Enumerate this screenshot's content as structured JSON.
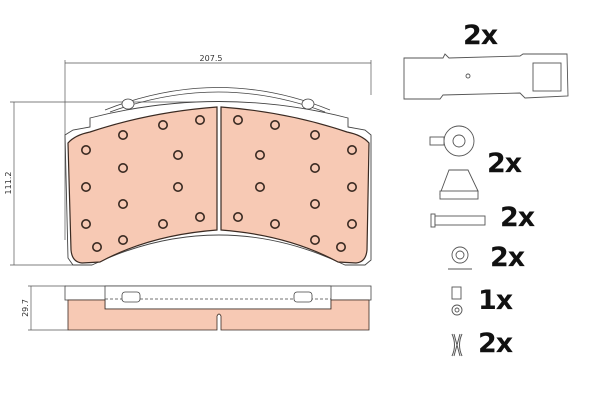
{
  "dimensions": {
    "width": "207.5",
    "height": "111.2",
    "thickness": "29.7"
  },
  "colors": {
    "friction": "#f7c9b4",
    "outline": "#3a2a22",
    "line": "#555555"
  },
  "accessories": [
    {
      "name": "wear-indicator-clip",
      "qty": "2x"
    },
    {
      "name": "wear-sensor-cap",
      "qty": "2x"
    },
    {
      "name": "pin",
      "qty": "2x"
    },
    {
      "name": "washer",
      "qty": "2x"
    },
    {
      "name": "nut",
      "qty": "1x"
    },
    {
      "name": "spring-clip",
      "qty": "2x"
    }
  ]
}
